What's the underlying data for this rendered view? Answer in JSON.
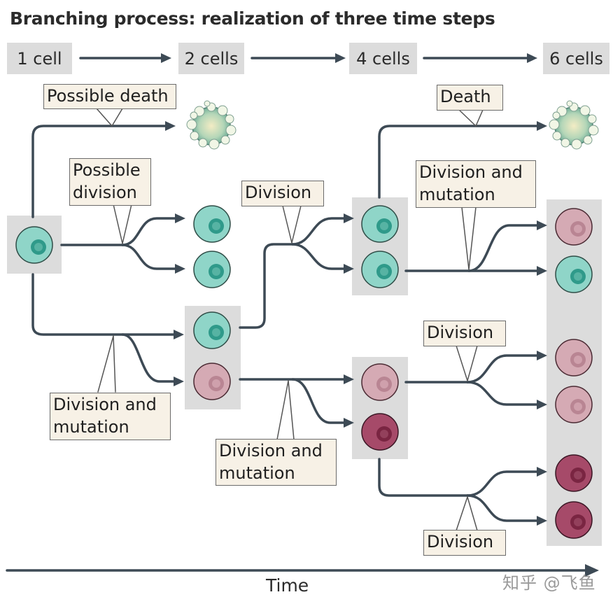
{
  "title": "Branching process: realization of three time steps",
  "stages": [
    "1 cell",
    "2 cells",
    "4 cells",
    "6 cells"
  ],
  "labels": {
    "possible_death": "Possible death",
    "possible_division_line1": "Possible",
    "possible_division_line2": "division",
    "division_step2": "Division",
    "death_step3": "Death",
    "division_mutation_step3_line1": "Division and",
    "division_mutation_step3_line2": "mutation",
    "division_mutation_step1_line1": "Division and",
    "division_mutation_step1_line2": "mutation",
    "division_mutation_step2_line1": "Division and",
    "division_mutation_step2_line2": "mutation",
    "division_step3_pink": "Division",
    "division_step3_dark": "Division"
  },
  "axis": {
    "label": "Time"
  },
  "watermark": "知乎 @飞鱼",
  "colors": {
    "normal_cell": "#7ecdc0",
    "mutant_cell": "#c99aa5",
    "double_mutant_cell": "#9c3b5c",
    "dead_cell": "#c9ddb0",
    "arrow": "#3d4a55",
    "panel": "#dcdcdc",
    "label_box": "#f7f1e6"
  }
}
